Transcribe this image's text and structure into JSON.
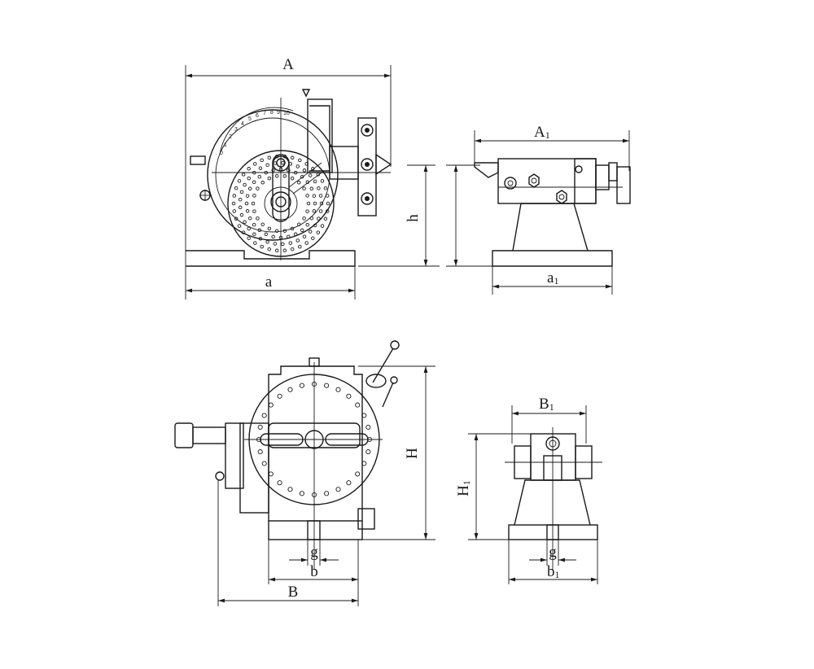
{
  "labels": {
    "A": "A",
    "a": "a",
    "h": "h",
    "A1_main": "A",
    "A1_sub": "1",
    "a1_main": "a",
    "a1_sub": "1",
    "H": "H",
    "g_front": "g",
    "b": "b",
    "B": "B",
    "B1_main": "B",
    "B1_sub": "1",
    "H1_main": "H",
    "H1_sub": "1",
    "g_side": "g",
    "b1_main": "b",
    "b1_sub": "1"
  },
  "dial_scale": [
    "0",
    "1",
    "2",
    "3",
    "4",
    "5",
    "6",
    "7",
    "8",
    "9",
    "10"
  ]
}
